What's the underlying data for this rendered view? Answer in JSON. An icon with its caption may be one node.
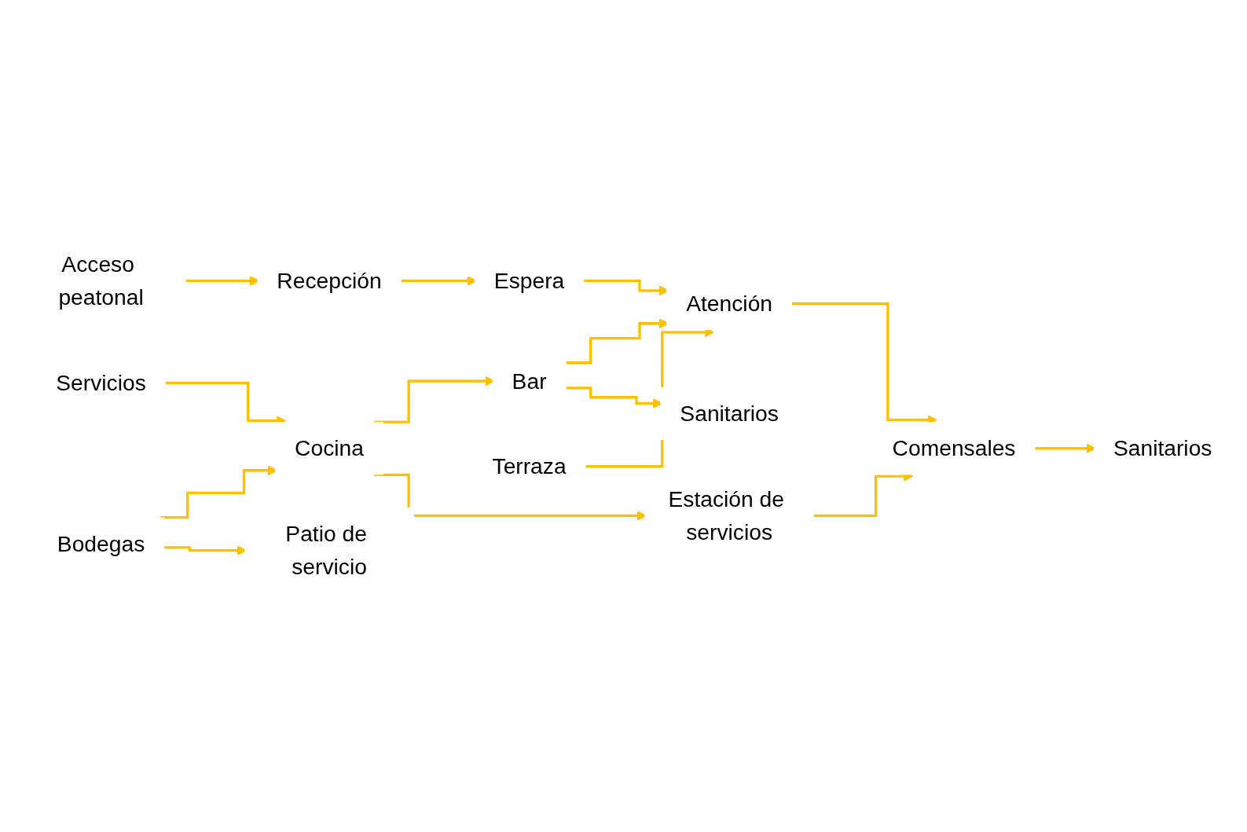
{
  "diagram": {
    "nodes": [
      {
        "text": [
          "Acceso peatonal"
        ]
      },
      {
        "text": [
          "Recepción"
        ]
      },
      {
        "text": [
          "Bar"
        ]
      },
      {
        "text": [
          "Espera"
        ]
      },
      {
        "text": [
          "Sanitarios"
        ]
      },
      {
        "text": [
          "Terraza"
        ]
      },
      {
        "text": [
          "Atención"
        ]
      },
      {
        "text": [
          "Cocina"
        ]
      },
      {
        "text": [
          "Bodegas"
        ]
      },
      {
        "text": [
          "Comensales"
        ]
      },
      {
        "text": [
          "Estación de servicios"
        ]
      },
      {
        "text": [
          "Servicios"
        ]
      },
      {
        "text": [
          "Sanitarios"
        ]
      },
      {
        "text": [
          "Patio de servicio"
        ]
      }
    ],
    "edges": [
      {
        "from": 0,
        "to": 1,
        "arrow": "to"
      },
      {
        "from": 1,
        "to": 3,
        "arrow": "to"
      },
      {
        "from": 3,
        "to": 6,
        "arrow": "to"
      },
      {
        "from": 5,
        "to": 6,
        "arrow": "to"
      },
      {
        "from": 2,
        "to": 6,
        "arrow": "to"
      },
      {
        "from": 2,
        "to": 4,
        "arrow": "to"
      },
      {
        "from": 7,
        "to": 2,
        "arrow": "to"
      },
      {
        "from": 6,
        "to": 9,
        "arrow": "to"
      },
      {
        "from": 10,
        "to": 9,
        "arrow": "to"
      },
      {
        "from": 7,
        "to": 10,
        "arrow": "to"
      },
      {
        "from": 11,
        "to": 7,
        "arrow": "to"
      },
      {
        "from": 8,
        "to": 7,
        "arrow": "to"
      },
      {
        "from": 9,
        "to": 12,
        "arrow": "to"
      },
      {
        "from": 8,
        "to": 13,
        "arrow": "to"
      }
    ]
  }
}
